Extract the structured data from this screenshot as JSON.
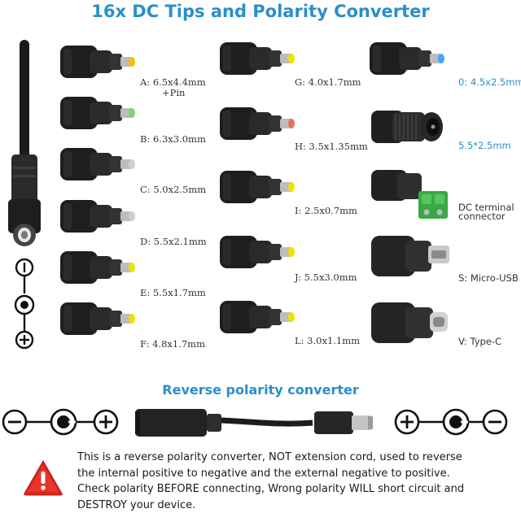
{
  "title": "16x DC Tips and Polarity Converter",
  "tips": [
    {
      "label": "A: 6.5x4.4mm",
      "extra": "+Pin",
      "tip_color": "#f2c200"
    },
    {
      "label": "B: 6.3x3.0mm",
      "tip_color": "#7dd27a"
    },
    {
      "label": "C: 5.0x2.5mm",
      "tip_color": "#cfcfcf"
    },
    {
      "label": "D: 5.5x2.1mm",
      "tip_color": "#cfcfcf"
    },
    {
      "label": "E: 5.5x1.7mm",
      "tip_color": "#f2e000"
    },
    {
      "label": "F: 4.8x1.7mm",
      "tip_color": "#f2e000"
    },
    {
      "label": "G: 4.0x1.7mm",
      "tip_color": "#f2e000"
    },
    {
      "label": "H: 3.5x1.35mm",
      "tip_color": "#e8735a"
    },
    {
      "label": "I: 2.5x0.7mm",
      "tip_color": "#f2e000"
    },
    {
      "label": "J: 5.5x3.0mm",
      "tip_color": "#f2e000"
    },
    {
      "label": "L: 3.0x1.1mm",
      "tip_color": "#f2e000"
    },
    {
      "label": "0: 4.5x2.5mm",
      "tip_color": "#4aa3ff"
    },
    {
      "label": "5.5*2.5mm"
    },
    {
      "label": "DC terminal",
      "extra": "connector"
    },
    {
      "label": "S: Micro-USB"
    },
    {
      "label": "V: Type-C"
    }
  ],
  "reverse_title": "Reverse polarity converter",
  "warning_lines": [
    "This is a reverse polarity converter, NOT extension cord, used to reverse",
    "the internal positive to negative and the external negative to positive.",
    "Check polarity BEFORE connecting, Wrong polarity WILL short circuit and",
    "DESTROY your device."
  ],
  "colors": {
    "accent": "#2b8fc9",
    "warning": "#d9261c"
  },
  "icons": [
    "minus-icon",
    "center-pin-icon",
    "plus-icon",
    "warning-icon"
  ]
}
